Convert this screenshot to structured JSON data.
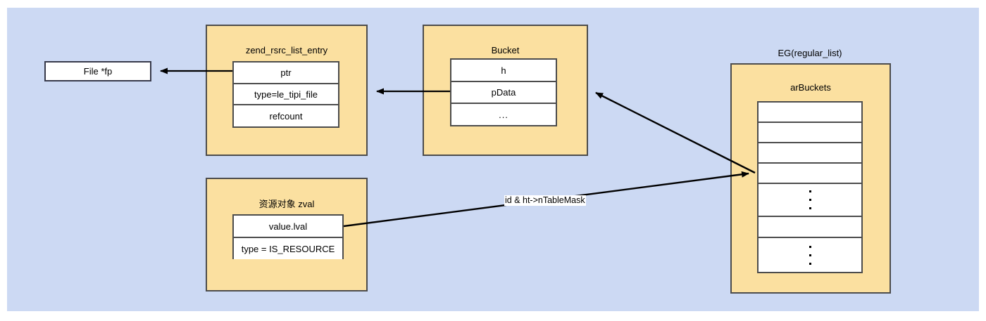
{
  "diagram": {
    "title_hidden": "",
    "colors": {
      "panel_bg": "#ccd9f3",
      "group_fill": "#fbe0a0",
      "group_stroke": "#4c4c4c",
      "field_fill": "#ffffff",
      "edge": "#000000"
    }
  },
  "file_box": {
    "label": "File *fp"
  },
  "rsrc_group": {
    "title": "zend_rsrc_list_entry",
    "fields": [
      {
        "label": "ptr"
      },
      {
        "label": "type=le_tipi_file"
      },
      {
        "label": "refcount"
      }
    ]
  },
  "bucket_group": {
    "title": "Bucket",
    "fields": [
      {
        "label": "h"
      },
      {
        "label": "pData"
      },
      {
        "label": "..."
      }
    ]
  },
  "zval_group": {
    "title": "资源对象 zval",
    "fields": [
      {
        "label": "value.lval"
      },
      {
        "label": "type = IS_RESOURCE"
      }
    ]
  },
  "eg_group": {
    "outside_title": "EG(regular_list)",
    "title": "arBuckets",
    "cells": [
      {
        "label": "",
        "dots": false
      },
      {
        "label": "",
        "dots": false
      },
      {
        "label": "",
        "dots": false
      },
      {
        "label": "",
        "dots": false
      },
      {
        "label": "",
        "dots": true
      },
      {
        "label": "",
        "dots": false
      },
      {
        "label": "",
        "dots": true
      }
    ]
  },
  "edges": [
    {
      "name": "ptr-to-file",
      "label": ""
    },
    {
      "name": "pdata-to-rsrc",
      "label": ""
    },
    {
      "name": "arbuckets-to-bucket",
      "label": ""
    },
    {
      "name": "lval-to-arbuckets",
      "label": "id & ht->nTableMask"
    }
  ],
  "edge_labels": {
    "hash_mask": "id & ht->nTableMask"
  }
}
